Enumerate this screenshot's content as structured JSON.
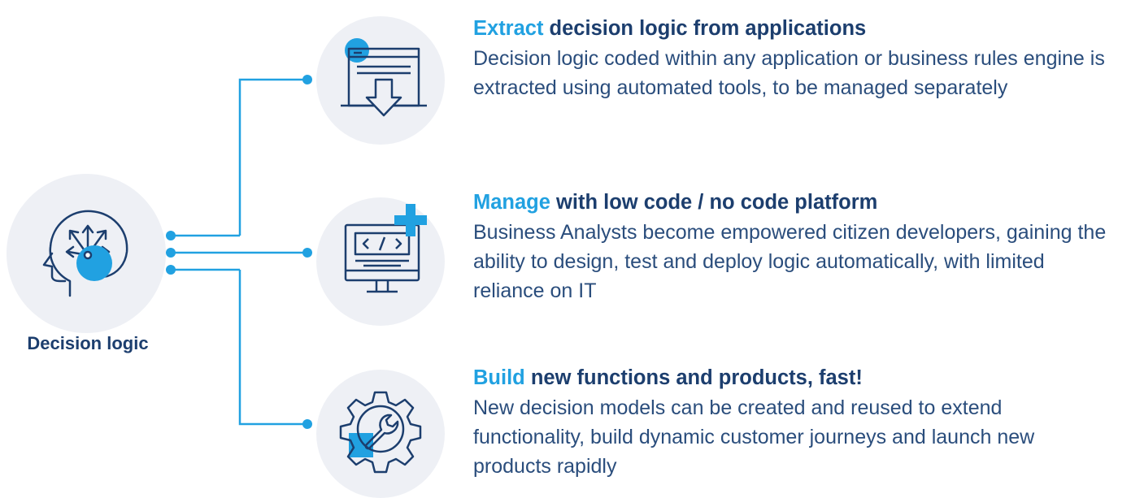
{
  "center": {
    "label": "Decision logic",
    "icon": "head-with-arrows-icon"
  },
  "items": [
    {
      "keyword": "Extract",
      "title_rest": " decision logic from applications",
      "description": "Decision logic coded within any application or business rules engine is extracted using automated tools, to be managed separately",
      "icon": "window-download-icon"
    },
    {
      "keyword": "Manage",
      "title_rest": " with low code / no code platform",
      "description": "Business Analysts become empowered citizen developers, gaining the ability to design, test and deploy logic automatically, with limited reliance on IT",
      "icon": "monitor-code-icon"
    },
    {
      "keyword": "Build",
      "title_rest": " new functions and products, fast!",
      "description": "New decision models can be created and reused to extend functionality, build dynamic customer journeys and launch new products rapidly",
      "icon": "gear-wrench-icon"
    }
  ],
  "colors": {
    "navy": "#1c3e6e",
    "accent": "#21a1e1",
    "circle_bg": "#eef0f5"
  }
}
